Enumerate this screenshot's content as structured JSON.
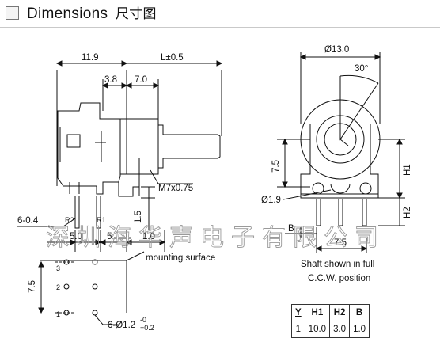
{
  "header": {
    "title": "Dimensions",
    "title_cn": "尺寸图"
  },
  "dims": {
    "w119": "11.9",
    "l05": "L±0.5",
    "d130": "Ø13.0",
    "a30": "30°",
    "d38": "3.8",
    "d70": "7.0",
    "m7": "M7x0.75",
    "d75v": "7.5",
    "h1": "H1",
    "d19": "Ø1.9",
    "h2": "H2",
    "b": "B",
    "d75h": "7.5",
    "p604": "6-0.4",
    "r2": "R2",
    "r1": "R1",
    "d15": "1.5",
    "d50": "5.0",
    "d5": "5",
    "d10": "1.0",
    "ms": "mounting surface",
    "d75l": "7.5",
    "pin3": "3",
    "pin2": "2",
    "pin1": "1",
    "hole_a": "6-Ø1.2",
    "hole_up": "-0",
    "hole_dn": "+0.2"
  },
  "note": {
    "line1": "Shaft shown in full",
    "line2": "C.C.W. position"
  },
  "watermark": "深圳海华声电子有限公司",
  "table": {
    "headers": [
      "Y",
      "H1",
      "H2",
      "B"
    ],
    "rows": [
      [
        "1",
        "10.0",
        "3.0",
        "1.0"
      ]
    ]
  }
}
